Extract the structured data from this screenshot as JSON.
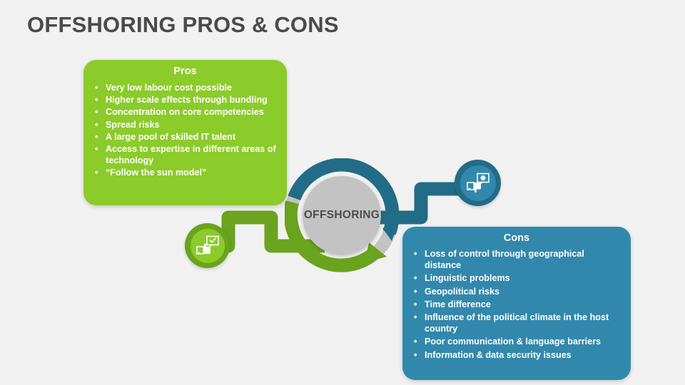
{
  "page": {
    "title": "OFFSHORING PROS & CONS",
    "background_color": "#f1f1f1",
    "title_color": "#4a4a4a"
  },
  "hub": {
    "label": "OFFSHORING",
    "core_color": "#c3c3c3",
    "ring_color": "#c3c3c3",
    "arc_pros_color": "#6aa31e",
    "arc_cons_color": "#226c87"
  },
  "panels": {
    "pros": {
      "heading": "Pros",
      "color": "#8bcb2a",
      "bullet": "•",
      "items": [
        "Very low labour cost possible",
        "Higher scale effects through bundling",
        "Concentration on core competencies",
        "Spread risks",
        "A large pool of skilled IT talent",
        "Access to expertise in different areas of technology",
        "“Follow the sun model”"
      ]
    },
    "cons": {
      "heading": "Cons",
      "color": "#3288ac",
      "bullet": "•",
      "items": [
        "Loss of control through geographical distance",
        "Linguistic problems",
        "Geopolitical risks",
        "Time difference",
        "Influence of the political climate in the host country",
        "Poor communication & language barriers",
        "Information & data security issues"
      ]
    }
  },
  "icons": {
    "pros_bubble": {
      "name": "thumbs-up-approval-icon",
      "ring_color": "#6aa31e",
      "fill_color": "#8bcb2a"
    },
    "cons_bubble": {
      "name": "thumbs-down-warning-icon",
      "ring_color": "#226c87",
      "fill_color": "#3288ac"
    }
  },
  "connectors": {
    "pros": {
      "name": "connector-pros",
      "color": "#6aa31e"
    },
    "cons": {
      "name": "connector-cons",
      "color": "#226c87"
    }
  }
}
